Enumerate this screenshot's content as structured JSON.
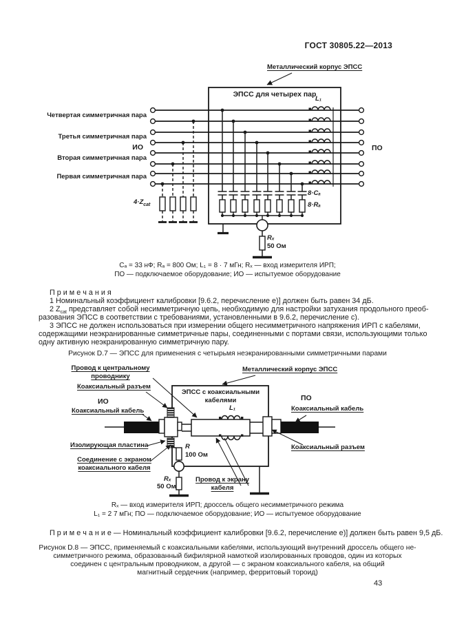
{
  "page": {
    "header": "ГОСТ 30805.22—2013",
    "number": "43"
  },
  "figure_d7": {
    "frame_label": "Металлический корпус ЭПСС",
    "box_title": "ЭПСС для четырех пар",
    "pair_labels": [
      "Четвертая симметричная пара",
      "Третья симметричная пара",
      "Вторая симметричная пара",
      "Первая симметричная пара"
    ],
    "left_device": "ИО",
    "right_device": "ПО",
    "l1_label": "L₁",
    "cap_bank_label": "8·Cₐ",
    "res_bank_label": "8·Rₐ",
    "zcal": {
      "base": "4·Z",
      "sub": "cat"
    },
    "rx_label": "Rₓ",
    "rx_value": "50 Ом",
    "caption": [
      "Cₐ = 33 нФ; Rₐ = 800 Ом; L₁ = 8 · 7 мГн; Rₓ — вход измерителя ИРП;",
      "ПО — подключаемое оборудование; ИО — испытуемое оборудование"
    ],
    "title": "Рисунок D.7 — ЭПСС для применения с четырьмя неэкранированными симметричными парами"
  },
  "notes_d7": {
    "heading": "П р и м е ч а н и я",
    "note1": "1 Номинальный коэффициент калибровки [9.6.2, перечисление е)] должен быть равен 34 дБ.",
    "note2_prefix": "2 Z",
    "note2_sub": "cat",
    "note2_line1_rest": " представляет собой несимметричную цепь, необходимую для настройки затухания продольного преоб-",
    "note2_line2": "разования ЭПСС в соответствии с требованиями, установленными в 9.6.2, перечисление с).",
    "note3_lines": [
      "3 ЭПСС не должен использоваться при измерении общего несимметричного напряжения ИРП с кабелями,",
      "содержащими неэкранированные симметричные пары, соединенными с портами связи, использующими только",
      "одну активную неэкранированную симметричную пару."
    ]
  },
  "figure_d8": {
    "frame_label": "Металлический корпус ЭПСС",
    "box_title": "ЭПСС с коаксиальными кабелями",
    "center_wire_label": "Провод к центральному проводнику",
    "left_connector_label": "Коаксиальный разъем",
    "left_device": "ИО",
    "left_cable_label": "Коаксиальный кабель",
    "right_device": "ПО",
    "right_cable_label": "Коаксиальный кабель",
    "insulating_plate_label": "Изолирующая пластина",
    "shield_connection_label": "Соединение с экраном коаксиального кабеля",
    "right_connector_label": "Коаксиальный разъем",
    "shield_wire_label": "Провод к экрану кабеля",
    "l1_label": "L₁",
    "r_label": "R",
    "r_value": "100 Ом",
    "rx_label": "Rₓ",
    "rx_value": "50 Ом",
    "caption": [
      "Rₓ — вход измерителя ИРП; дроссель общего несимметричного режима",
      "L₁ = 2  7 мГн; ПО — подключаемое оборудование; ИО — испытуемое оборудование"
    ],
    "note": "П р и м е ч а н и е — Номинальный коэффициент калибровки [9.6.2, перечисление е)] должен быть равен 9,5 дБ.",
    "title_lines": [
      "Рисунок D.8 — ЭПСС, применяемый с коаксиальными кабелями, использующий внутренний дроссель общего не-",
      "симметричного режима, образованный бифилярной намоткой изолированных проводов, один из которых",
      "соединен с центральным проводником, а другой — с экраном коаксиального кабеля, на общий",
      "магнитный сердечник (например, ферритовый тороид)"
    ]
  }
}
